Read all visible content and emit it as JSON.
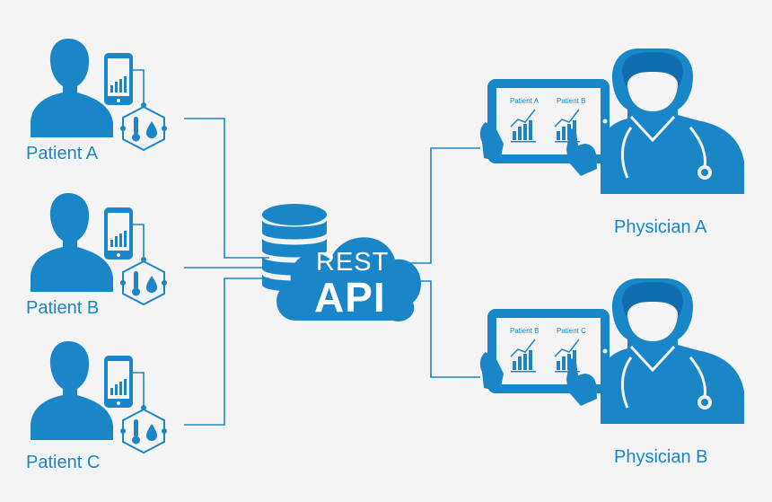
{
  "patients": [
    {
      "label": "Patient A"
    },
    {
      "label": "Patient B"
    },
    {
      "label": "Patient C"
    }
  ],
  "api": {
    "line1": "REST",
    "line2": "API"
  },
  "physicians": [
    {
      "label": "Physician A",
      "tablet_labels": [
        "Patient A",
        "Patient B"
      ]
    },
    {
      "label": "Physician B",
      "tablet_labels": [
        "Patient B",
        "Patient C"
      ]
    }
  ],
  "colors": {
    "primary": "#1a86c7",
    "background": "#f4f4f5"
  },
  "icons": [
    "person-icon",
    "smartphone-icon",
    "sensor-hexagon-icon",
    "thermometer-icon",
    "drop-icon",
    "database-icon",
    "cloud-icon",
    "tablet-icon",
    "bar-chart-icon",
    "doctor-icon",
    "stethoscope-icon"
  ]
}
